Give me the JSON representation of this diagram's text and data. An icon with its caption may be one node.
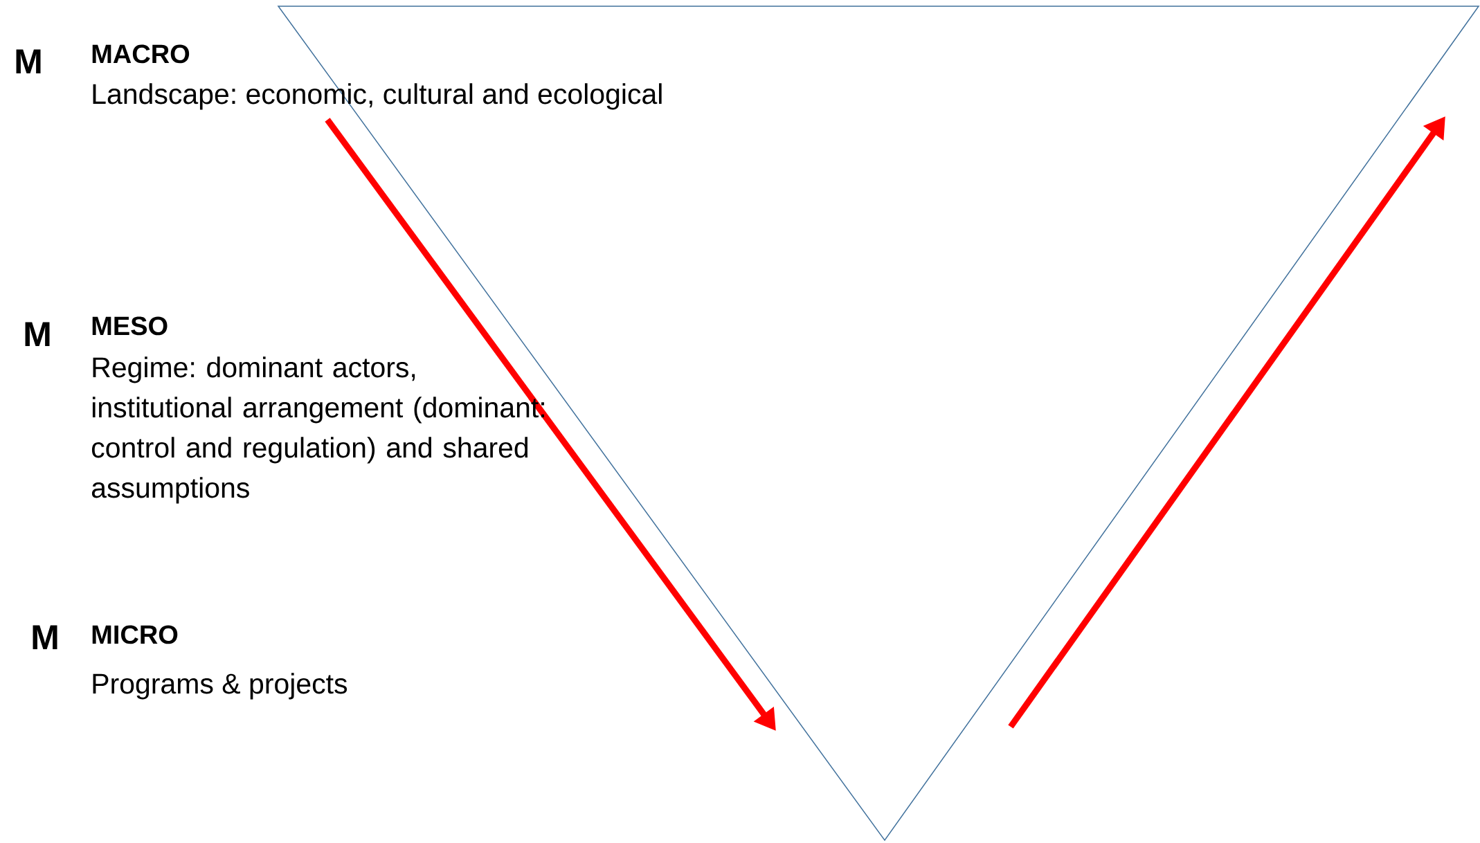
{
  "diagram": {
    "labels": [
      "M",
      "MACRO",
      "Landscape: economic, cultural and ecological",
      "M",
      "MESO",
      "Regime: dominant actors, institutional arrangement (dominant: control and regulation) and shared assumptions",
      "M",
      "MICRO",
      "Programs & projects"
    ]
  }
}
